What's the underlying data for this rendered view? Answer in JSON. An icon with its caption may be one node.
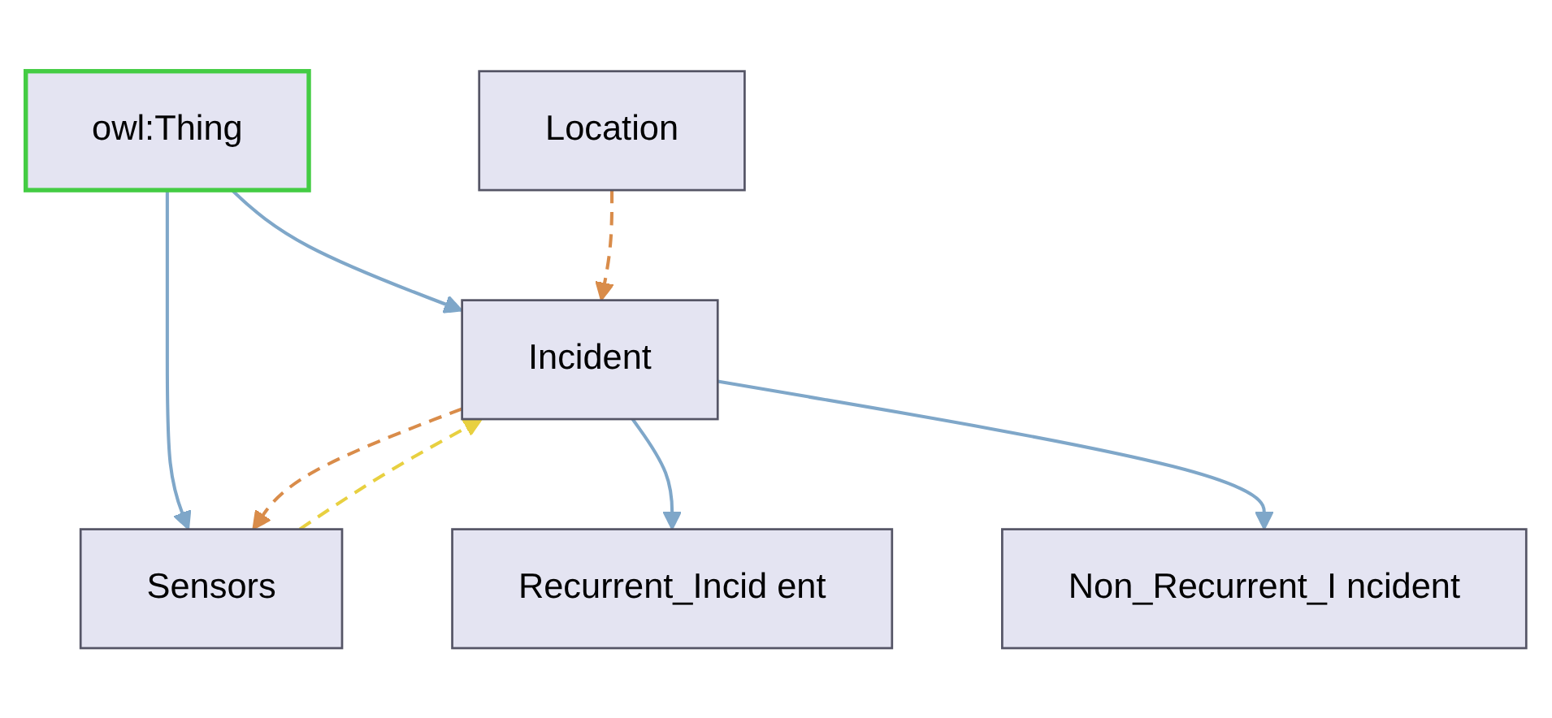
{
  "diagram": {
    "nodes": [
      {
        "text": [
          "owl:Thing"
        ]
      },
      {
        "text": [
          "Location"
        ]
      },
      {
        "text": [
          "Incident"
        ]
      },
      {
        "text": [
          "Sensors"
        ]
      },
      {
        "text": [
          "Recurrent_Incid ent"
        ]
      },
      {
        "text": [
          "Non_Recurrent_I ncident"
        ]
      }
    ],
    "edges": [
      {
        "from": 0,
        "to": 2,
        "arrow": "to"
      },
      {
        "from": 0,
        "to": 3,
        "arrow": "to"
      },
      {
        "from": 1,
        "to": 2,
        "arrow": "to",
        "style": "dashed",
        "color": "#d98c4a"
      },
      {
        "from": 3,
        "to": 2,
        "arrow": "to",
        "style": "dashed",
        "color": "#e8d040"
      },
      {
        "from": 2,
        "to": 3,
        "arrow": "to",
        "style": "dashed",
        "color": "#d98c4a"
      },
      {
        "from": 2,
        "to": 4,
        "arrow": "to"
      },
      {
        "from": 2,
        "to": 5,
        "arrow": "to"
      }
    ]
  }
}
